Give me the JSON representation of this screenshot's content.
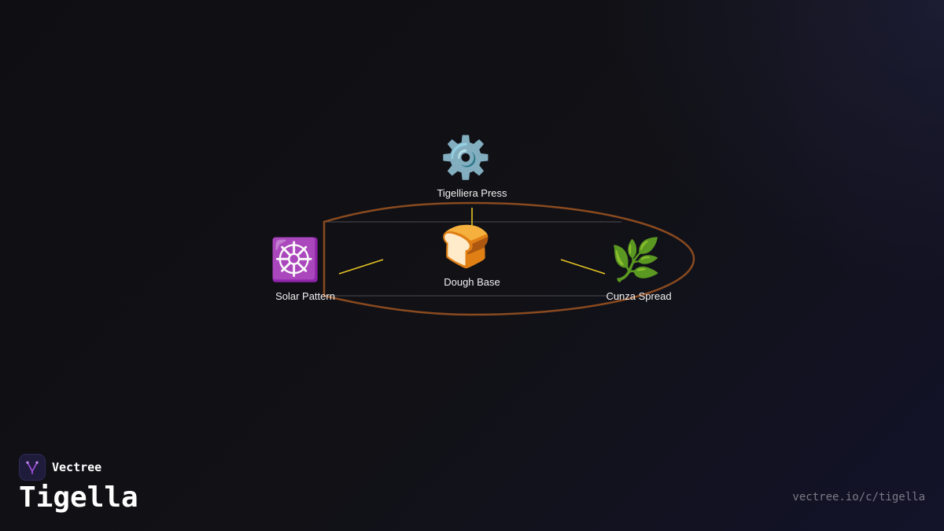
{
  "brand": {
    "name": "Vectree",
    "logo_icon": "vectree-fork-icon",
    "logo_color": "#9b4fd6"
  },
  "title": "Tigella",
  "url": "vectree.io/c/tigella",
  "colors": {
    "background": "#0f0f13",
    "ring": "#8a4a1f",
    "connector": "#e6c224",
    "guide_line": "#4a4a52"
  },
  "nodes": {
    "top": {
      "label": "Tigelliera Press",
      "icon": "gear-icon",
      "glyph": "⚙️"
    },
    "center": {
      "label": "Dough Base",
      "icon": "bread-icon",
      "glyph": "🍞"
    },
    "left": {
      "label": "Solar Pattern",
      "icon": "dharma-wheel-icon",
      "glyph": "☸️"
    },
    "right": {
      "label": "Cunza Spread",
      "icon": "herb-icon",
      "glyph": "🌿"
    }
  }
}
